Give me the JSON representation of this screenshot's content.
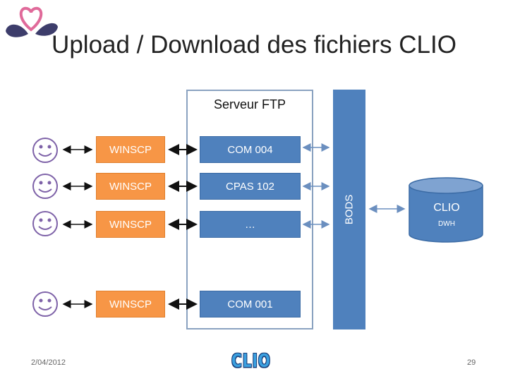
{
  "title": "Upload / Download des fichiers CLIO",
  "ftp_server": {
    "label": "Serveur FTP",
    "items": [
      "COM 004",
      "CPAS 102",
      "…",
      "COM 001"
    ]
  },
  "clients": [
    "WINSCP",
    "WINSCP",
    "WINSCP",
    "WINSCP"
  ],
  "bods_label": "BODS",
  "database": {
    "label": "CLIO",
    "sublabel": "DWH"
  },
  "footer": {
    "date": "2/04/2012",
    "page": "29",
    "logo_text": "CLIO"
  },
  "colors": {
    "orange": "#f79646",
    "blue": "#4f81bd",
    "smiley": "#7e62a8",
    "logo_heart": "#e06a9a"
  }
}
